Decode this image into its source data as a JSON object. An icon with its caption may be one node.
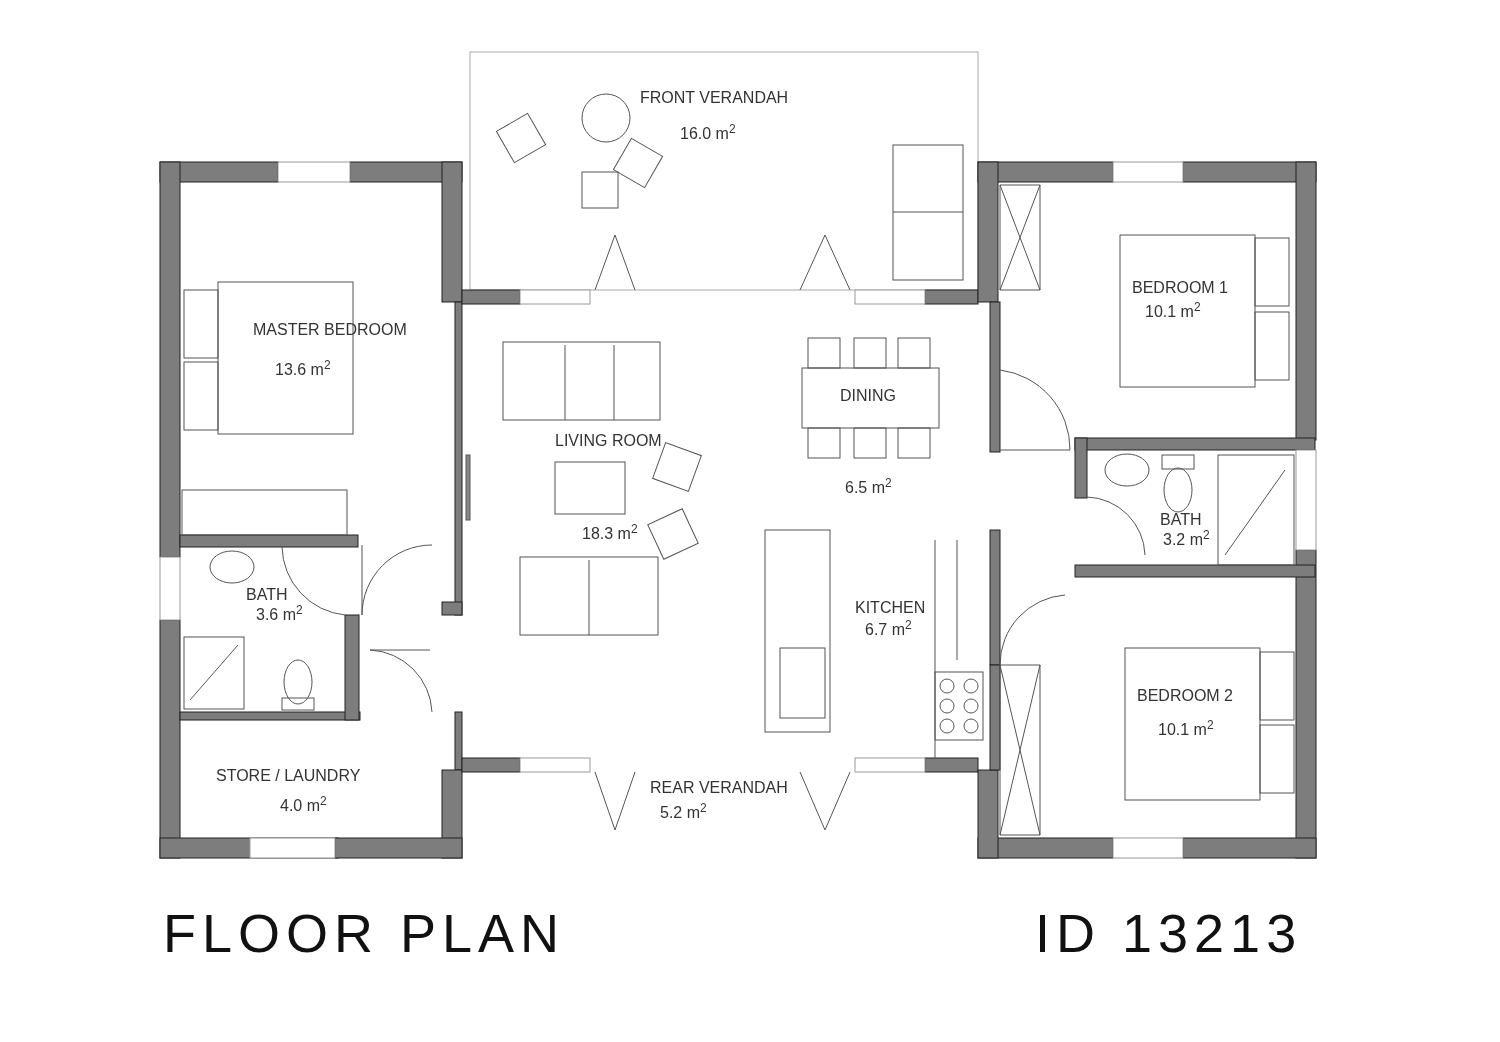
{
  "diagram": {
    "title": "FLOOR PLAN",
    "nodes": [
      {
        "text": [
          "FRONT VERANDAH",
          "16.0 m$^{2}$"
        ]
      },
      {
        "text": [
          "MASTER BEDROOM",
          "13.6 m$^{2}$"
        ]
      },
      {
        "text": [
          "BEDROOM 1",
          "10.1 m$^{2}$"
        ]
      },
      {
        "text": [
          "DINING",
          "6.5 m$^{2}$"
        ]
      },
      {
        "text": [
          "LIVING ROOM",
          "18.3 m$^{2}$"
        ]
      },
      {
        "text": [
          "BATH",
          "3.2 m$^{2}$"
        ]
      },
      {
        "text": [
          "BATH",
          "3.6 m$^{2}$"
        ]
      },
      {
        "text": [
          "KITCHEN",
          "6.7 m$^{2}$"
        ]
      },
      {
        "text": [
          "BEDROOM 2",
          "10.1 m$^{2}$"
        ]
      },
      {
        "text": [
          "STORE / LAUNDRY",
          "4.0 m$^{2}$"
        ]
      },
      {
        "text": [
          "REAR VERANDAH",
          "5.2 m$^{2}$"
        ]
      }
    ],
    "labels": [
      "ID 13213"
    ]
  }
}
